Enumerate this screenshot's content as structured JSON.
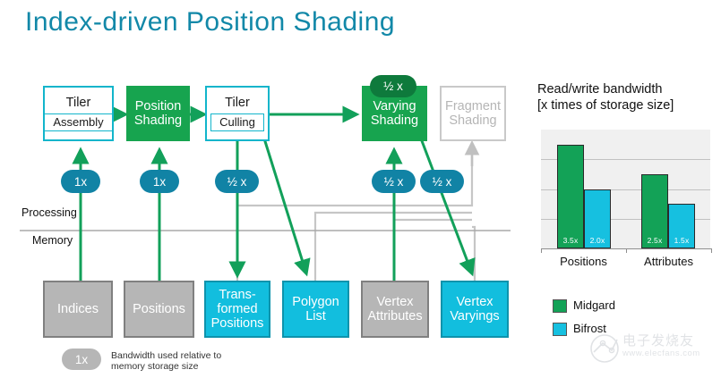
{
  "page": {
    "title": "Index-driven Position Shading",
    "title_color": "#1288a8"
  },
  "colors": {
    "midgard_green": "#13a257",
    "bifrost_cyan": "#16c0e0",
    "box_green": "#17a44f",
    "box_cyan": "#12bede",
    "box_gray": "#b6b6b6",
    "badge_teal": "#1183a5",
    "badge_dark_green": "#0e7a3c",
    "arrow_green": "#12a05a",
    "arrow_gray": "#c0c0c0",
    "title": "#1288a8"
  },
  "pipeline": {
    "processing_label": "Processing",
    "memory_label": "Memory",
    "stages": [
      {
        "id": "tiler-assembly",
        "line1": "Tiler",
        "sub": "Assembly",
        "style": "tiler"
      },
      {
        "id": "position-shading",
        "line1": "Position",
        "line2": "Shading",
        "style": "green"
      },
      {
        "id": "tiler-culling",
        "line1": "Tiler",
        "sub": "Culling",
        "style": "tiler"
      },
      {
        "id": "varying-shading",
        "line1": "Varying",
        "line2": "Shading",
        "style": "green",
        "badge": "½ x"
      },
      {
        "id": "fragment-shading",
        "line1": "Fragment",
        "line2": "Shading",
        "style": "gray-outline"
      }
    ],
    "bandwidth_badges": [
      {
        "id": "badge-indices",
        "label": "1x"
      },
      {
        "id": "badge-positions",
        "label": "1x"
      },
      {
        "id": "badge-transformed-positions",
        "label": "½ x"
      },
      {
        "id": "badge-vertex-attributes",
        "label": "½ x"
      },
      {
        "id": "badge-vertex-varyings",
        "label": "½ x"
      }
    ],
    "memory_blocks": [
      {
        "id": "indices",
        "line1": "Indices",
        "style": "gray"
      },
      {
        "id": "positions",
        "line1": "Positions",
        "style": "gray"
      },
      {
        "id": "transformed-positions",
        "line1": "Trans-",
        "line2": "formed",
        "line3": "Positions",
        "style": "cyan"
      },
      {
        "id": "polygon-list",
        "line1": "Polygon",
        "line2": "List",
        "style": "cyan"
      },
      {
        "id": "vertex-attributes",
        "line1": "Vertex",
        "line2": "Attributes",
        "style": "gray"
      },
      {
        "id": "vertex-varyings",
        "line1": "Vertex",
        "line2": "Varyings",
        "style": "cyan"
      }
    ]
  },
  "legend": {
    "badge_label": "1x",
    "description": "Bandwidth used relative to\nmemory  storage size"
  },
  "chart_data": {
    "type": "bar",
    "title": "Read/write bandwidth\n[x times of storage size]",
    "title_line1": "Read/write bandwidth",
    "title_line2": "[x times of storage size]",
    "categories": [
      "Positions",
      "Attributes"
    ],
    "series": [
      {
        "name": "Midgard",
        "color": "#13a257",
        "values": [
          3.5,
          2.5
        ],
        "labels": [
          "3.5x",
          "2.5x"
        ]
      },
      {
        "name": "Bifrost",
        "color": "#16c0e0",
        "values": [
          2.0,
          1.5
        ],
        "labels": [
          "2.0x",
          "1.5x"
        ]
      }
    ],
    "ylim": [
      0,
      4.0
    ],
    "ygrid": [
      1.0,
      2.0,
      3.0
    ],
    "grid": true,
    "xlabel": "",
    "ylabel": "",
    "legend_position": "bottom-left"
  },
  "watermark": {
    "text": "电子发烧友",
    "url": "www.elecfans.com"
  }
}
